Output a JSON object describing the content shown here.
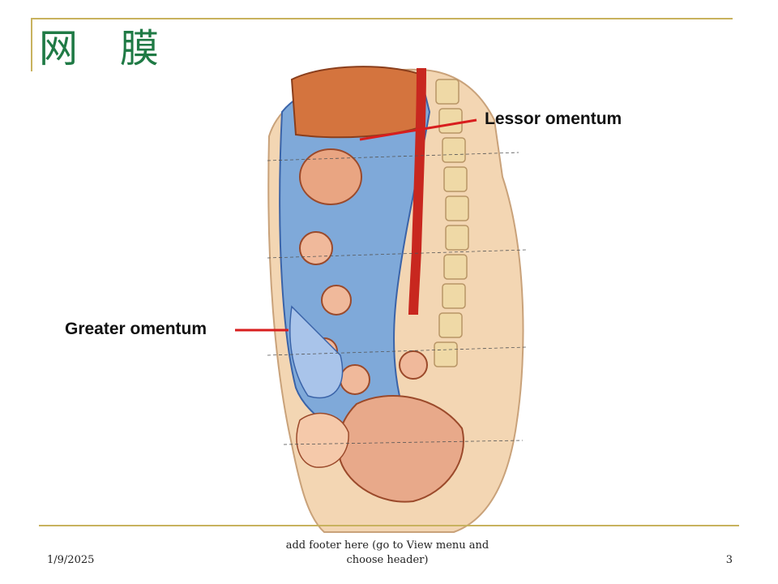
{
  "slide": {
    "title": "网　膜",
    "labels": {
      "lessor": "Lessor omentum",
      "greater": "Greater omentum"
    },
    "footer": {
      "date": "1/9/2025",
      "text": "add footer here (go to View menu and choose header)",
      "page_number": "3"
    },
    "colors": {
      "accent_rule": "#c8b25e",
      "title": "#1f7a45",
      "leader": "#d81e1e"
    },
    "image": "anatomical-sagittal-section-illustration"
  }
}
